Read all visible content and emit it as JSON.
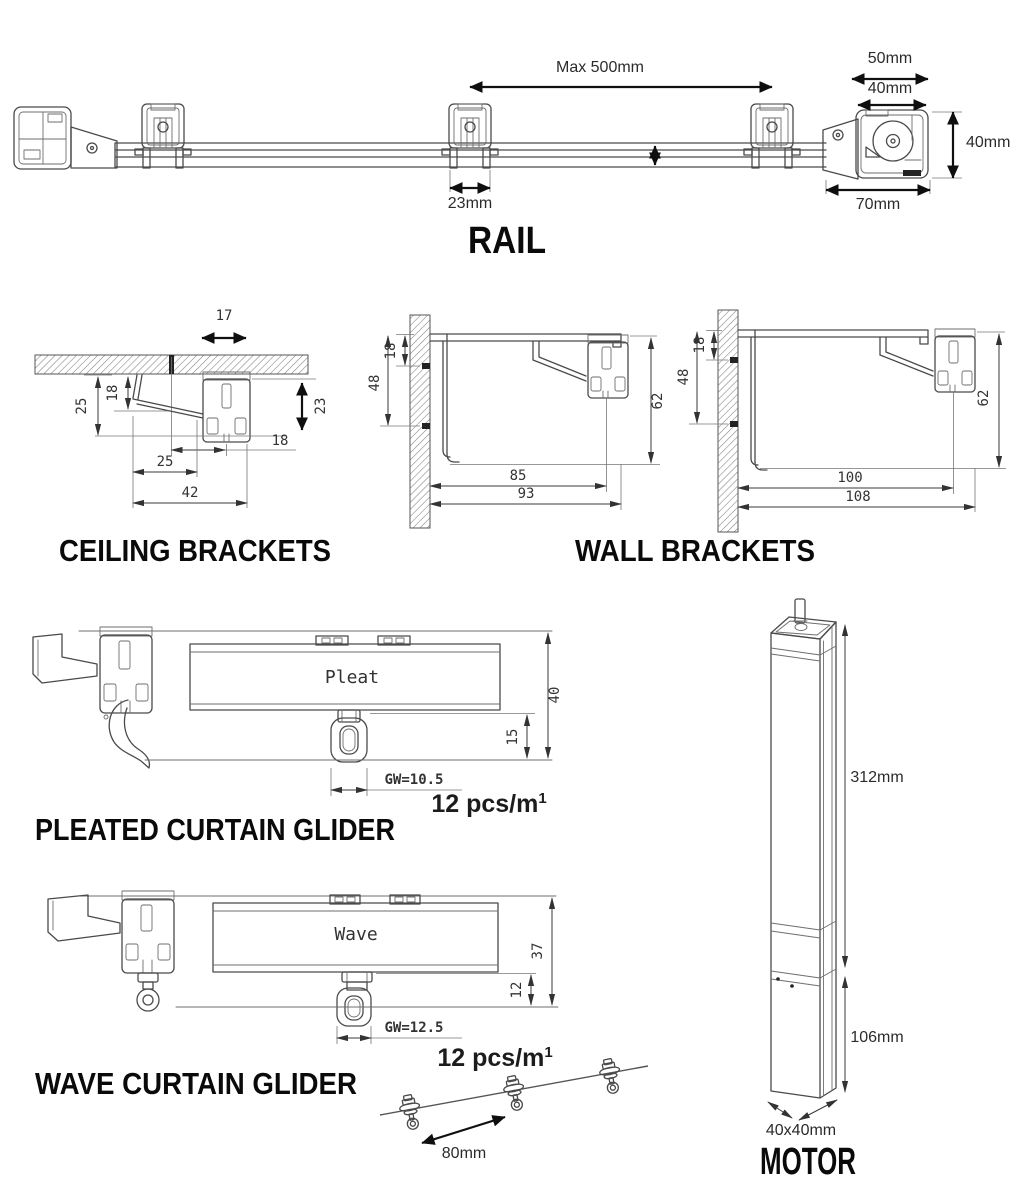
{
  "rail": {
    "title": "RAIL",
    "dims": {
      "max_span": "Max 500mm",
      "cap_top_width": "50mm",
      "cap_inner_width": "40mm",
      "cap_height": "40mm",
      "cap_depth": "70mm",
      "bracket_width": "23mm"
    }
  },
  "ceiling_brackets": {
    "title": "CEILING BRACKETS",
    "dims": {
      "slot_adjust": "17",
      "drop_total": "25",
      "drop_plate": "18",
      "height_adjust": "23",
      "offset_front": "18",
      "depth_inner": "25",
      "depth_total": "42"
    }
  },
  "wall_brackets": {
    "title": "WALL BRACKETS",
    "small": {
      "hole_offset": "18",
      "hole_span": "48",
      "height": "62",
      "depth_inner": "85",
      "depth_total": "93"
    },
    "large": {
      "hole_offset": "18",
      "hole_span": "48",
      "height": "62",
      "depth_inner": "100",
      "depth_total": "108"
    }
  },
  "pleated_glider": {
    "title": "PLEATED CURTAIN GLIDER",
    "bar_label": "Pleat",
    "dims": {
      "height": "40",
      "drop": "15",
      "glider_width": "GW=10.5"
    },
    "density": "12 pcs/m",
    "density_sup": "1"
  },
  "wave_glider": {
    "title": "WAVE CURTAIN GLIDER",
    "bar_label": "Wave",
    "dims": {
      "height": "37",
      "drop": "12",
      "glider_width": "GW=12.5",
      "spacing": "80mm"
    },
    "density": "12 pcs/m",
    "density_sup": "1"
  },
  "motor": {
    "title": "MOTOR",
    "dims": {
      "length_upper": "312mm",
      "length_lower": "106mm",
      "cross_section": "40x40mm"
    }
  }
}
